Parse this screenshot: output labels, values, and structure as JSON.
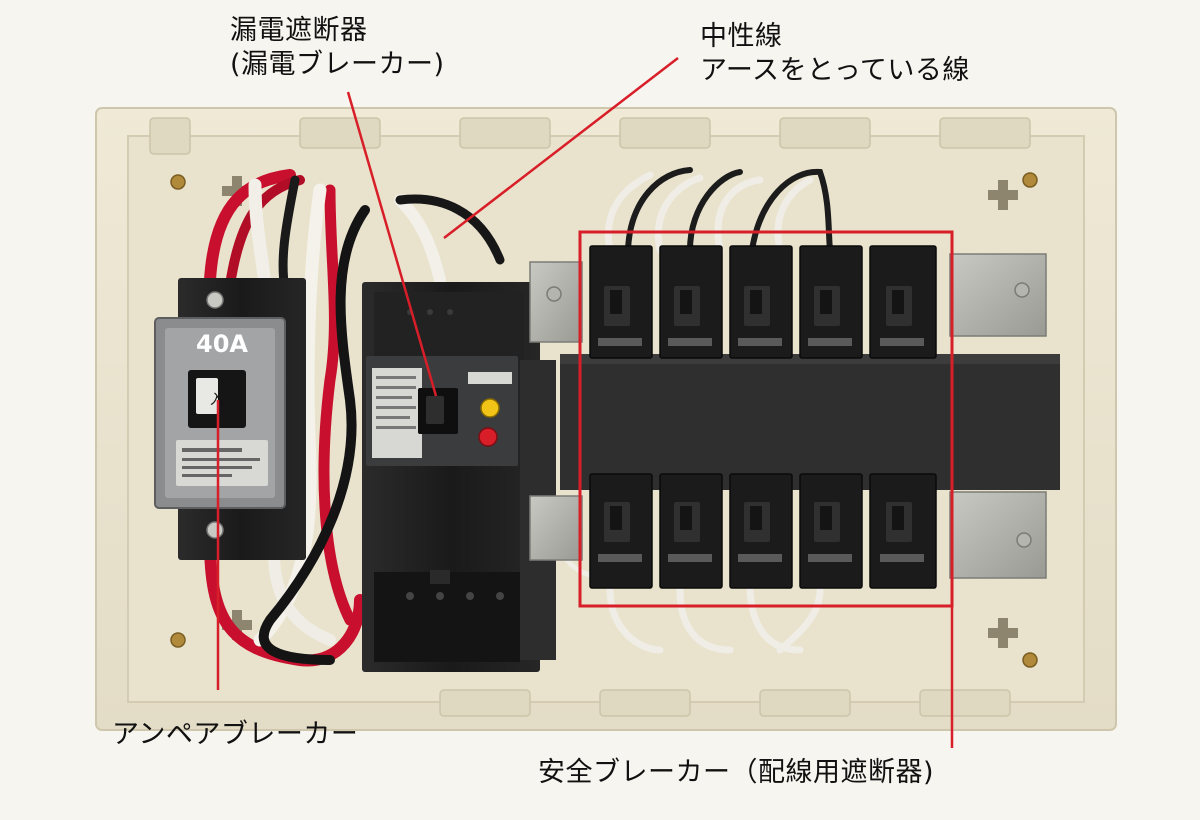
{
  "labels": {
    "rcd": {
      "line1": "漏電遮断器",
      "line2": "(漏電ブレーカー)"
    },
    "neutral": {
      "line1": "中性線",
      "line2": "アースをとっている線"
    },
    "ampere": "アンペアブレーカー",
    "safety": "安全ブレーカー（配線用遮断器)"
  },
  "device_text": {
    "main_rating": "40A",
    "switch_glyph": "入"
  },
  "colors": {
    "callout": "#d81e28",
    "panel": "#ece6d2",
    "breaker": "#1f1f1f",
    "wire_red": "#c8102e"
  }
}
